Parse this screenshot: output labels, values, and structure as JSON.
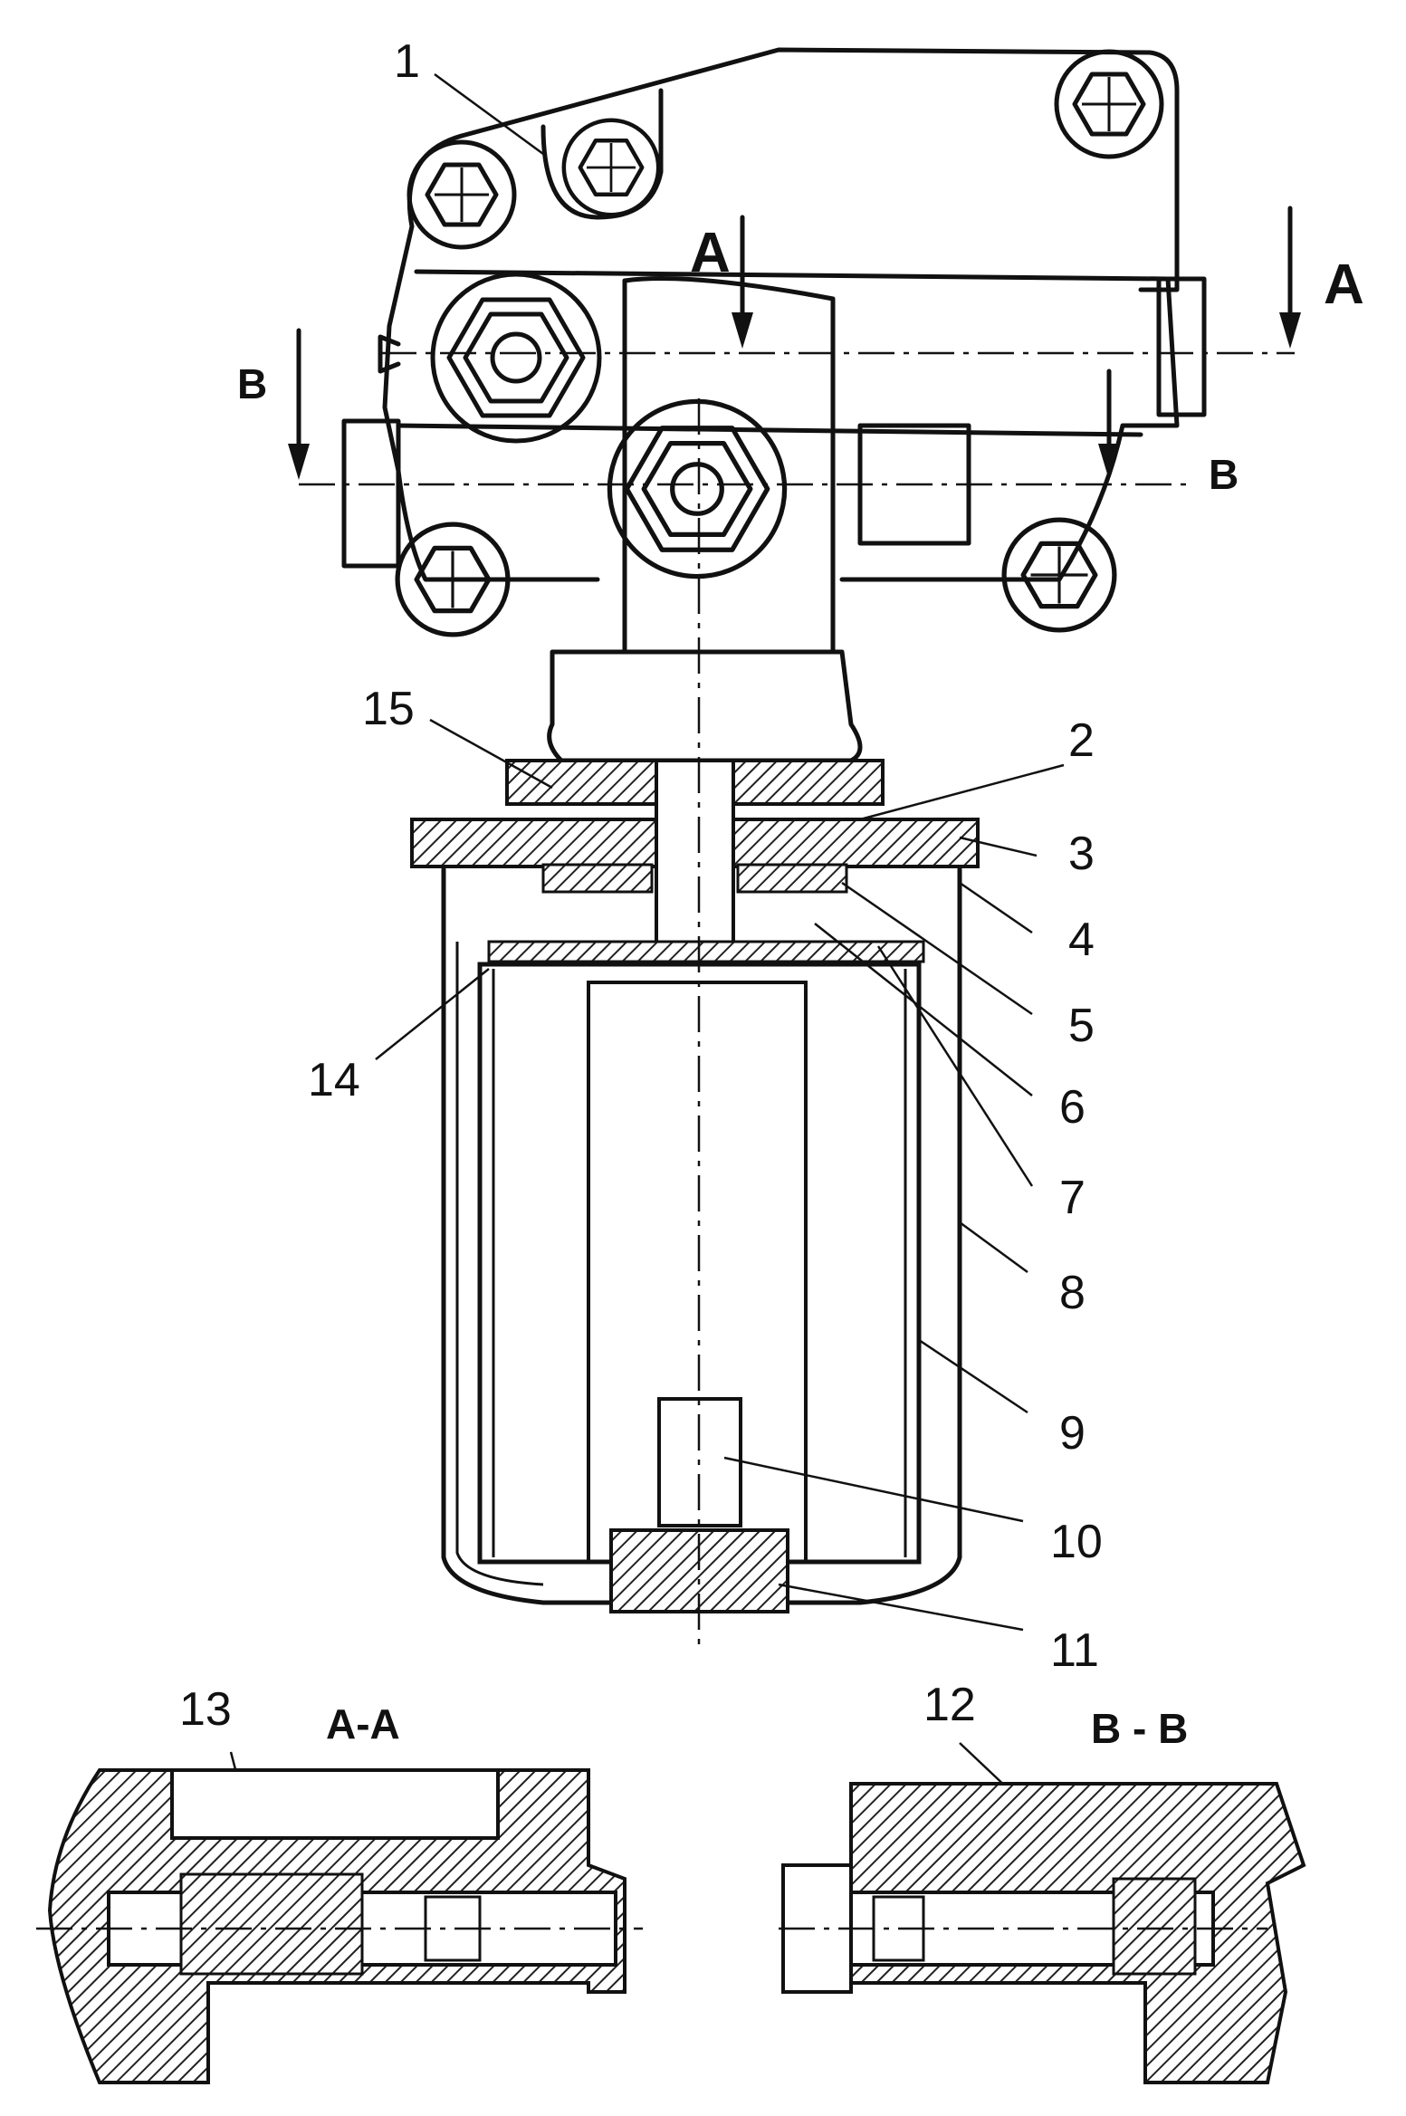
{
  "callouts": [
    "1",
    "2",
    "3",
    "4",
    "5",
    "6",
    "7",
    "8",
    "9",
    "10",
    "11",
    "12",
    "13",
    "14",
    "15"
  ],
  "section_markers": {
    "a": "A",
    "b": "B"
  },
  "section_titles": {
    "aa": "A-A",
    "bb": "B - B"
  },
  "colors": {
    "ink": "#111111",
    "paper": "#ffffff"
  }
}
